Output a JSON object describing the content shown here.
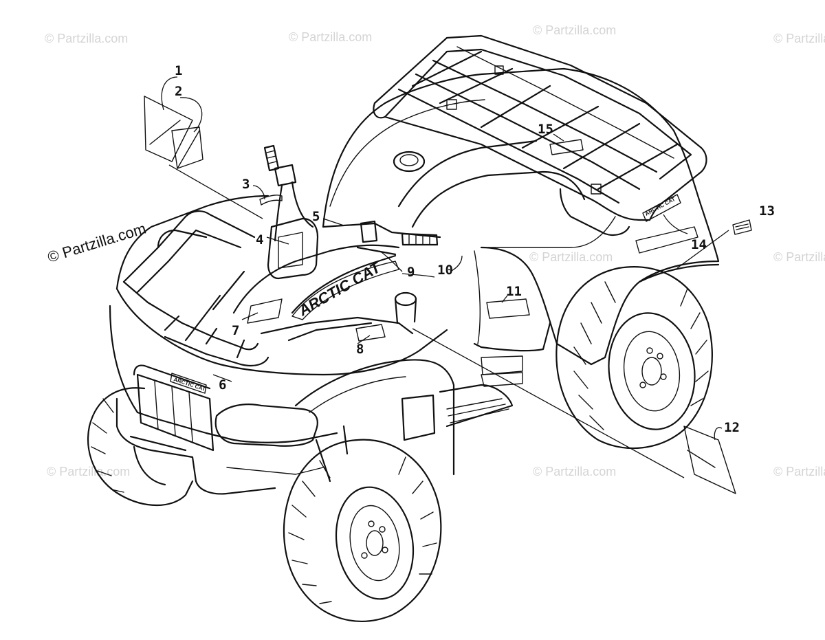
{
  "watermark": "© Partzilla.com",
  "copyright": "© Partzilla.com",
  "brand_hood": "ARCTIC CAT",
  "brand_grille": "ARCTIC CAT",
  "brand_rack": "ARCTIC CAT",
  "callouts": [
    "1",
    "2",
    "3",
    "4",
    "5",
    "6",
    "7",
    "8",
    "9",
    "10",
    "11",
    "12",
    "13",
    "14",
    "15"
  ]
}
